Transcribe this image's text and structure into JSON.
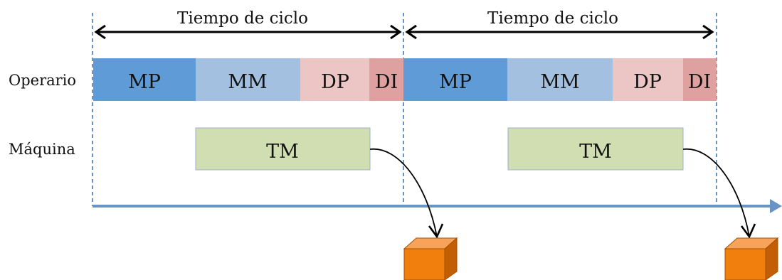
{
  "cycle_labels": [
    "Tiempo de ciclo",
    "Tiempo de ciclo"
  ],
  "row_labels": {
    "operator": "Operario",
    "machine": "Máquina"
  },
  "operator_segments": [
    {
      "label": "MP",
      "color": "#5f9bd7"
    },
    {
      "label": "MM",
      "color": "#a4c0e0"
    },
    {
      "label": "DP",
      "color": "#ebc6c4"
    },
    {
      "label": "DI",
      "color": "#dfa19f"
    },
    {
      "label": "MP",
      "color": "#5f9bd7"
    },
    {
      "label": "MM",
      "color": "#a4c0e0"
    },
    {
      "label": "DP",
      "color": "#ebc6c4"
    },
    {
      "label": "DI",
      "color": "#dfa19f"
    }
  ],
  "machine_segments": [
    {
      "label": "TM",
      "color": "#d0deb1"
    },
    {
      "label": "TM",
      "color": "#d0deb1"
    }
  ],
  "colors": {
    "timeline_axis": "#6a93c5",
    "cycle_divider": "#6a93c5",
    "part_box_front": "#f07f0d",
    "part_box_top": "#f7a45a",
    "part_box_side": "#c25f05"
  }
}
